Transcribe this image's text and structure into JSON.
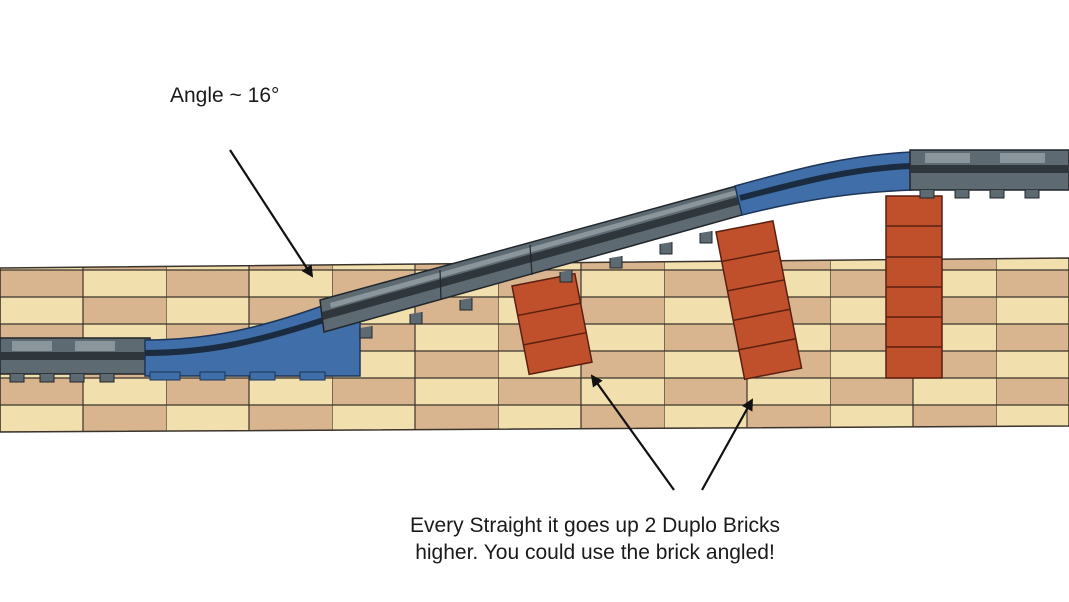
{
  "annotations": {
    "angle": "Angle ~ 16°",
    "caption_line1": "Every Straight it goes up 2 Duplo Bricks",
    "caption_line2": "higher. You could use the brick angled!"
  },
  "colors": {
    "baseplate_light": "#f1dfae",
    "baseplate_dark": "#d8b48f",
    "track_gray": "#5e6a72",
    "track_dark": "#2f363c",
    "ramp_blue": "#3f6ea8",
    "brick_red": "#c0502b",
    "arrow": "#111111"
  },
  "icons": {
    "tile_baseplate": "duplo-baseplate",
    "support_bricks": "duplo-brick-column",
    "track_piece": "duplo-train-track"
  }
}
